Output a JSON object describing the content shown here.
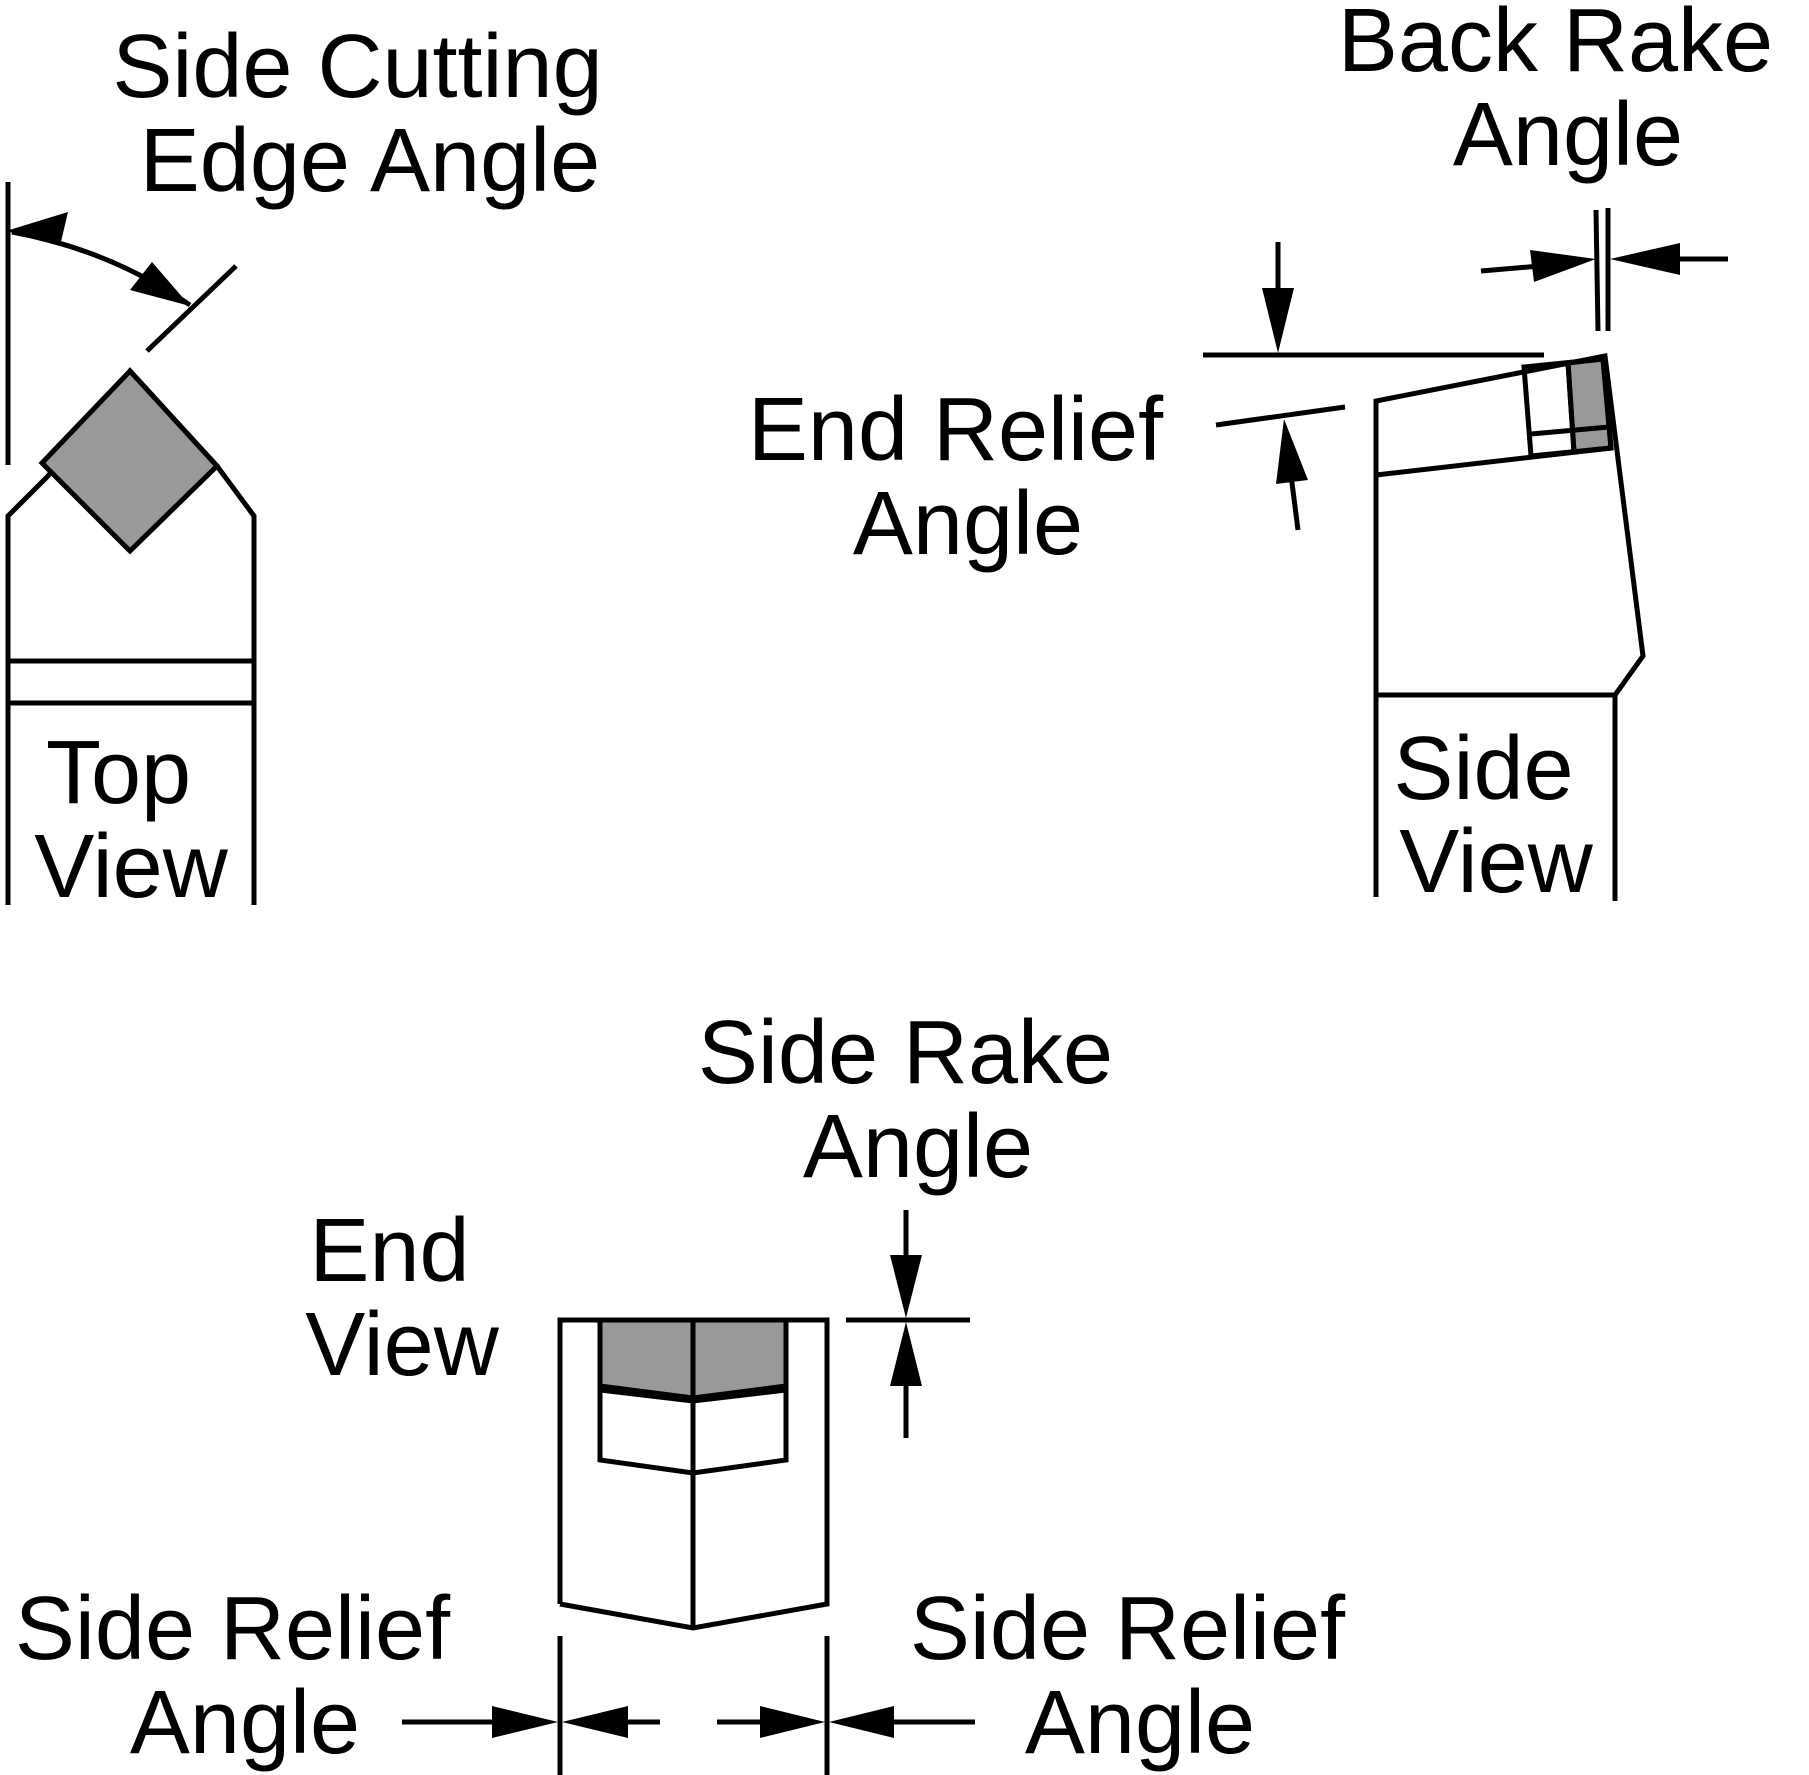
{
  "colors": {
    "line": "#000000",
    "insert_fill": "#999999",
    "background": "#ffffff"
  },
  "labels": {
    "side_cutting_edge_angle": [
      "Side Cutting",
      "Edge Angle"
    ],
    "back_rake_angle": [
      "Back Rake",
      "Angle"
    ],
    "end_relief_angle": [
      "End Relief",
      "Angle"
    ],
    "top_view": [
      "Top",
      "View"
    ],
    "side_view": [
      "Side",
      "View"
    ],
    "side_rake_angle": [
      "Side Rake",
      "Angle"
    ],
    "end_view": [
      "End",
      "View"
    ],
    "side_relief_angle_left": [
      "Side Relief",
      "Angle"
    ],
    "side_relief_angle_right": [
      "Side Relief",
      "Angle"
    ]
  }
}
